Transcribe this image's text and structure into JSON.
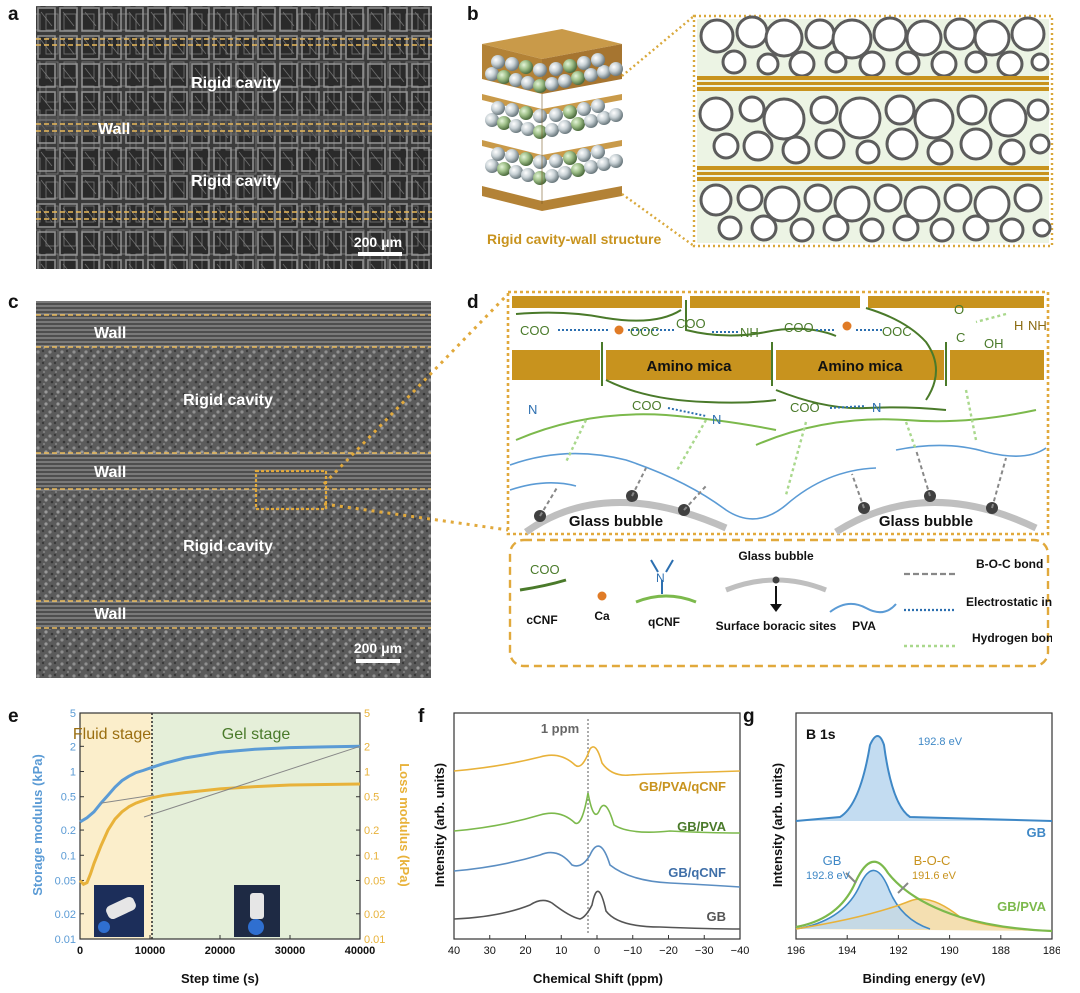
{
  "panels": {
    "a": "a",
    "b": "b",
    "c": "c",
    "d": "d",
    "e": "e",
    "f": "f",
    "g": "g"
  },
  "panel_a": {
    "rigid_cavity_1": "Rigid cavity",
    "rigid_cavity_2": "Rigid cavity",
    "wall": "Wall",
    "scale": "200 μm"
  },
  "panel_b": {
    "caption": "Rigid cavity-wall structure"
  },
  "panel_c": {
    "wall_1": "Wall",
    "wall_2": "Wall",
    "wall_3": "Wall",
    "rigid_cavity_1": "Rigid cavity",
    "rigid_cavity_2": "Rigid cavity",
    "scale": "200 μm"
  },
  "panel_d": {
    "coo_1": "COO",
    "coo_2": "OOC",
    "coo_3": "COO",
    "nh3": "NH",
    "coo_4": "COO",
    "coo_5": "OOC",
    "cooh_o": "O",
    "cooh_c": "C",
    "cooh_oh": "OH",
    "hnh_h": "H",
    "hnh_nh": "NH",
    "amino_mica_1": "Amino mica",
    "amino_mica_2": "Amino mica",
    "coo_6": "COO",
    "coo_7": "COO",
    "n_plus": "N",
    "glass_bubble_1": "Glass bubble",
    "glass_bubble_2": "Glass bubble"
  },
  "legend_d": {
    "coo": "COO",
    "ccnf": "cCNF",
    "ca": "Ca",
    "qcnf": "qCNF",
    "glass_bubble": "Glass bubble",
    "surface": "Surface boracic sites",
    "pva": "PVA",
    "boc": "B-O-C bond",
    "electrostatic": "Electrostatic interaction",
    "hydrogen": "Hydrogen bond"
  },
  "chart_data": [
    {
      "type": "line",
      "panel": "e",
      "xlabel": "Step time (s)",
      "ylabel": "Storage modulus (kPa)",
      "ylabel_right": "Loss modulus (kPa)",
      "xlim": [
        0,
        40000
      ],
      "ylim": [
        0.01,
        5
      ],
      "yscale": "log",
      "x_ticks": [
        "0",
        "10000",
        "20000",
        "30000",
        "40000"
      ],
      "y_ticks": [
        "0.01",
        "0.02",
        "0.05",
        "0.1",
        "0.2",
        "0.5",
        "1",
        "2",
        "5"
      ],
      "annotations": [
        "Fluid stage",
        "Gel stage"
      ],
      "series": [
        {
          "name": "storage",
          "color": "#5b9bd5",
          "x": [
            0,
            1000,
            2000,
            3000,
            4000,
            5000,
            6000,
            7000,
            8000,
            9000,
            10000,
            12000,
            15000,
            20000,
            25000,
            30000,
            35000,
            40000
          ],
          "values": [
            0.25,
            0.28,
            0.33,
            0.42,
            0.52,
            0.65,
            0.78,
            0.88,
            0.97,
            1.03,
            1.1,
            1.25,
            1.45,
            1.7,
            1.85,
            1.93,
            1.97,
            2.0
          ]
        },
        {
          "name": "loss",
          "color": "#e8b23a",
          "x": [
            0,
            500,
            1000,
            1500,
            2000,
            3000,
            4000,
            5000,
            6000,
            7000,
            8000,
            9000,
            10000,
            12000,
            15000,
            20000,
            25000,
            30000,
            35000,
            40000
          ],
          "values": [
            0.05,
            0.045,
            0.047,
            0.06,
            0.08,
            0.13,
            0.2,
            0.27,
            0.33,
            0.38,
            0.42,
            0.45,
            0.48,
            0.52,
            0.56,
            0.62,
            0.66,
            0.69,
            0.7,
            0.71
          ]
        }
      ]
    },
    {
      "type": "line",
      "panel": "f",
      "xlabel": "Chemical Shift (ppm)",
      "ylabel": "Intensity (arb. units)",
      "xlim": [
        40,
        -40
      ],
      "x_ticks": [
        "40",
        "30",
        "20",
        "10",
        "0",
        "−10",
        "−20",
        "−30",
        "−40"
      ],
      "annotations": [
        "1 ppm"
      ],
      "series": [
        {
          "name": "GB/PVA/qCNF",
          "color": "#e8b23a"
        },
        {
          "name": "GB/PVA",
          "color": "#7cb94c"
        },
        {
          "name": "GB/qCNF",
          "color": "#5b8ec2"
        },
        {
          "name": "GB",
          "color": "#555555"
        }
      ]
    },
    {
      "type": "line",
      "panel": "g",
      "title": "B 1s",
      "xlabel": "Binding energy (eV)",
      "ylabel": "Intensity (arb. units)",
      "xlim": [
        196,
        186
      ],
      "x_ticks": [
        "196",
        "194",
        "192",
        "190",
        "188",
        "186"
      ],
      "annotations": [
        "192.8 eV",
        "GB",
        "192.8 eV",
        "B-O-C",
        "191.6 eV"
      ],
      "series": [
        {
          "name": "GB",
          "color": "#5b9bd5"
        },
        {
          "name": "GB/PVA",
          "color": "#7cb94c"
        }
      ]
    }
  ]
}
